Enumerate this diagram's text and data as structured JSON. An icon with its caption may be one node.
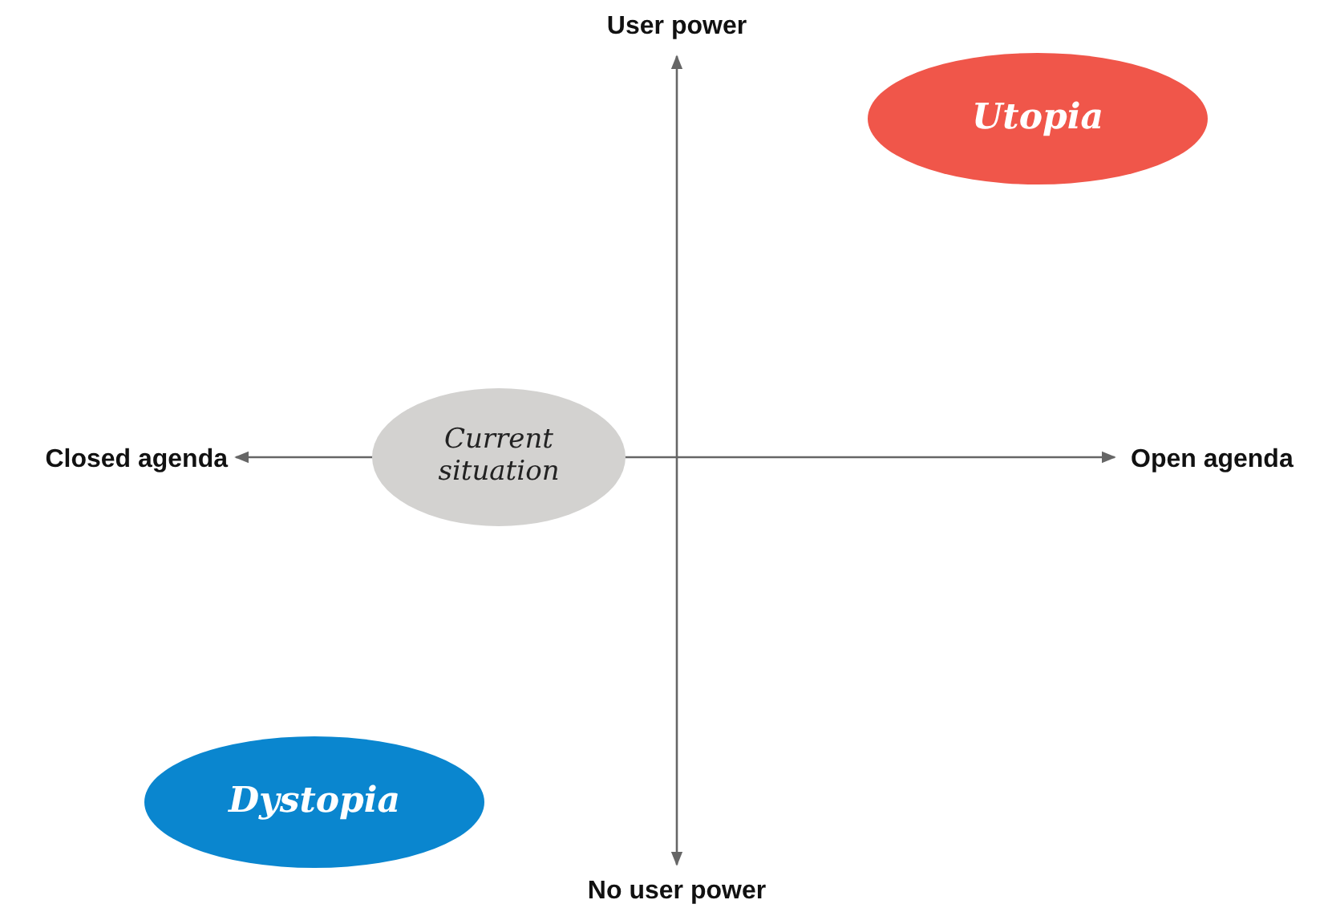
{
  "diagram": {
    "nodes": [
      {
        "text": [
          "Utopia"
        ]
      },
      {
        "text": [
          "Current situation"
        ]
      },
      {
        "text": [
          "Dystopia"
        ]
      }
    ],
    "labels": [
      "User power",
      "Closed agenda",
      "Open agenda",
      "No user power"
    ]
  }
}
